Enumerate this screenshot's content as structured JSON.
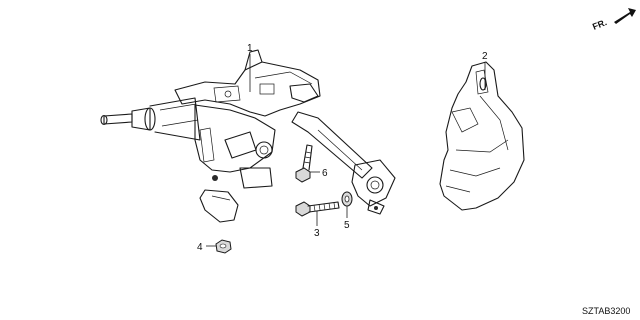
{
  "diagram": {
    "callouts": [
      "1",
      "2",
      "3",
      "4",
      "5",
      "6"
    ],
    "diagram_code": "SZTAB3200",
    "direction_label": "FR.",
    "direction_icon": "arrow-icon"
  }
}
